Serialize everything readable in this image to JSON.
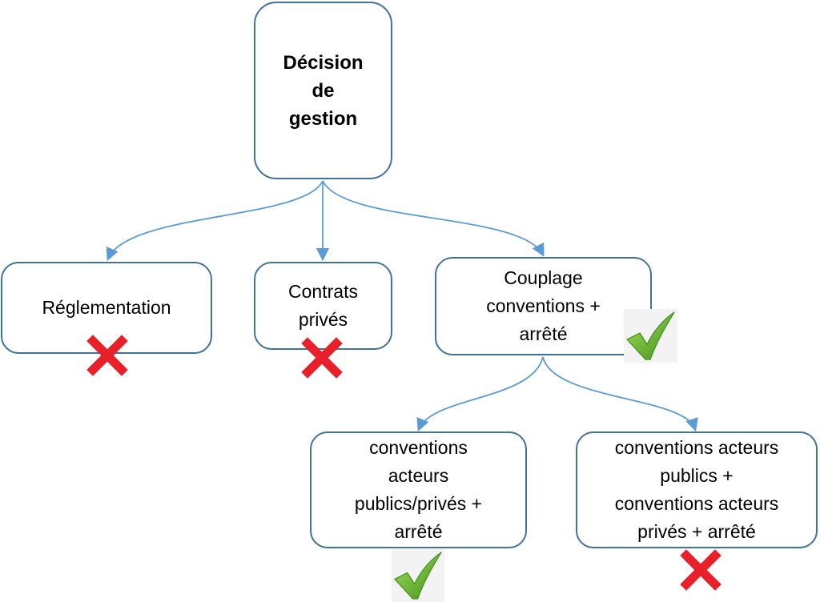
{
  "diagram": {
    "root": {
      "label": "Décision\nde\ngestion"
    },
    "level1": [
      {
        "id": "reglementation",
        "label": "Réglementation",
        "status": "cross"
      },
      {
        "id": "contrats",
        "label": "Contrats\nprivés",
        "status": "cross"
      },
      {
        "id": "couplage",
        "label": "Couplage\nconventions +\narrêté",
        "status": "check"
      }
    ],
    "level2": [
      {
        "id": "conv-pp",
        "label": "conventions\nacteurs\npublics/privés +\narrêté",
        "status": "check"
      },
      {
        "id": "conv-sep",
        "label": "conventions acteurs\npublics +\nconventions acteurs\nprivés + arrêté",
        "status": "cross"
      }
    ]
  },
  "colors": {
    "box_border": "#41719c",
    "connector": "#5b9bd5",
    "cross": "#e8202a",
    "check_light": "#8ccf3c",
    "check_dark": "#3f8f1c"
  },
  "icons": {
    "cross": "cross-icon",
    "check": "checkmark-icon"
  }
}
